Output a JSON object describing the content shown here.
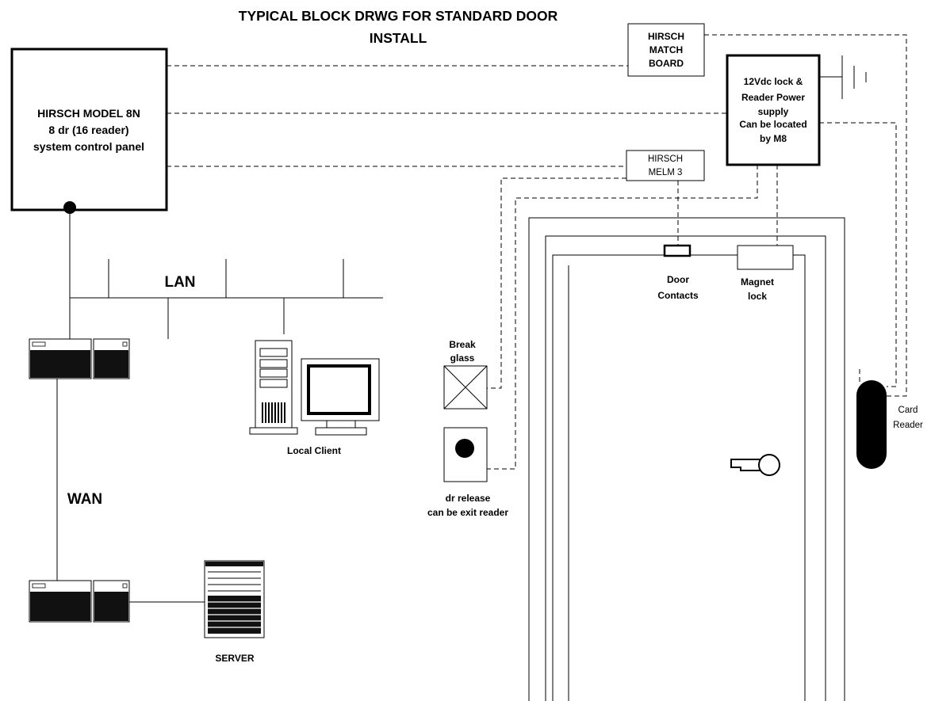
{
  "title": {
    "line1": "TYPICAL BLOCK DRWG FOR STANDARD DOOR",
    "line2": "INSTALL"
  },
  "control_panel": {
    "lines": [
      "HIRSCH MODEL 8N",
      "8 dr (16 reader)",
      "system control panel"
    ]
  },
  "match_board": {
    "lines": [
      "HIRSCH",
      "MATCH",
      "BOARD"
    ]
  },
  "power_supply": {
    "lines": [
      "12Vdc lock &",
      "Reader Power",
      "supply",
      "Can be located",
      "by M8"
    ]
  },
  "melm": {
    "lines": [
      "HIRSCH",
      "MELM 3"
    ]
  },
  "network": {
    "lan": "LAN",
    "wan": "WAN"
  },
  "local_client": {
    "label": "Local Client"
  },
  "server": {
    "label": "SERVER"
  },
  "break_glass": {
    "lines": [
      "Break",
      "glass"
    ]
  },
  "dr_release": {
    "lines": [
      "dr release",
      "can be exit reader"
    ]
  },
  "door_contacts": {
    "lines": [
      "Door",
      "Contacts"
    ]
  },
  "magnet_lock": {
    "lines": [
      "Magnet",
      "lock"
    ]
  },
  "card_reader": {
    "lines": [
      "Card",
      "Reader"
    ]
  }
}
